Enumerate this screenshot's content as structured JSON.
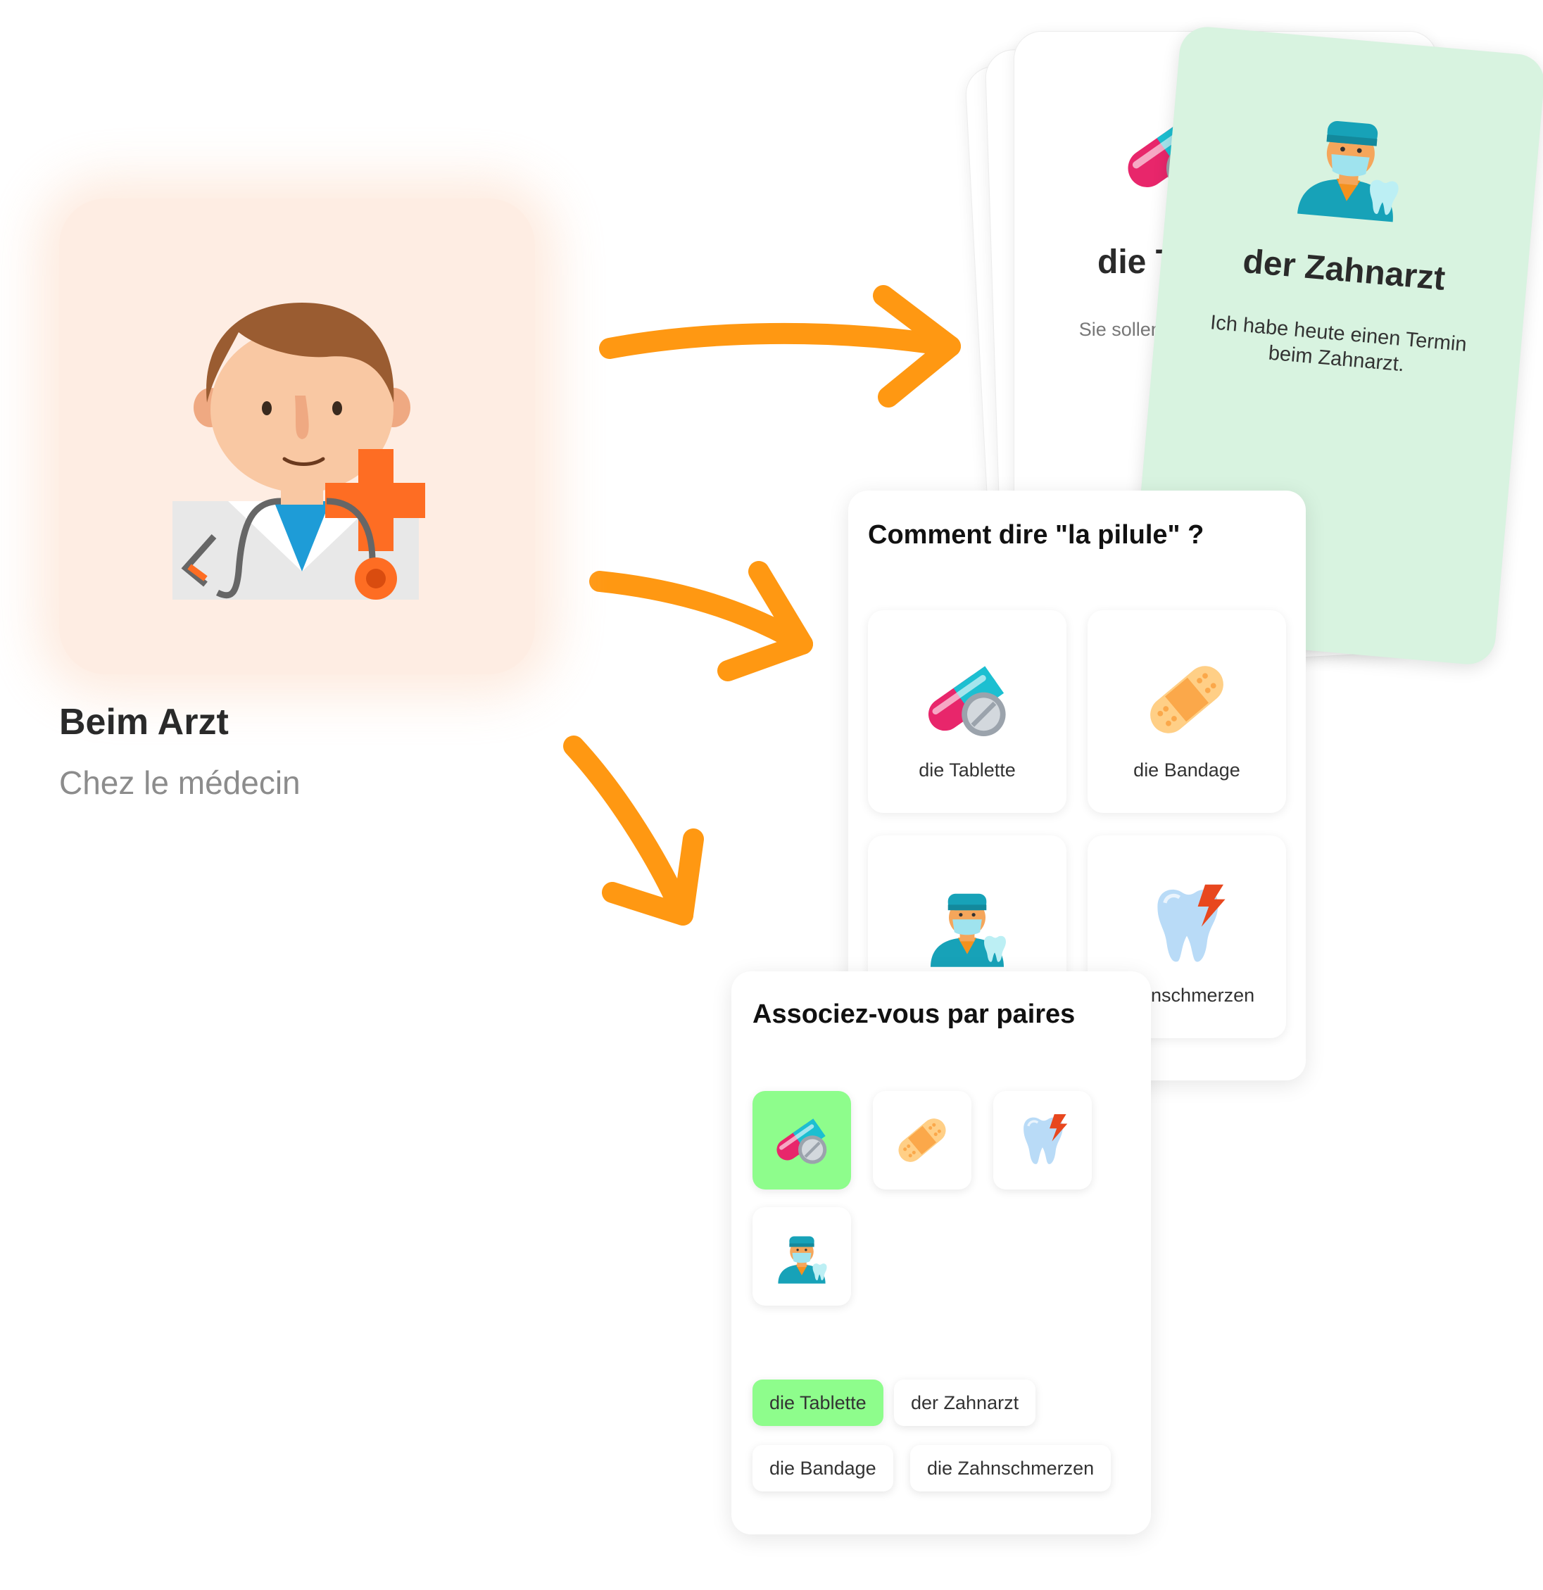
{
  "topic": {
    "title": "Beim Arzt",
    "subtitle": "Chez le médecin",
    "icon": "doctor-icon"
  },
  "flashcards": {
    "back_card": {
      "word": "die Ta",
      "sentence": "Sie sollen ... täglich",
      "icon": "pill-icon"
    },
    "front_card": {
      "word": "der Zahnarzt",
      "sentence": "Ich habe heute einen Termin beim Zahnarzt.",
      "icon": "dentist-icon"
    }
  },
  "quiz": {
    "question": "Comment dire \"la pilule\" ?",
    "options": [
      {
        "label": "die Tablette",
        "icon": "pill-icon"
      },
      {
        "label": "die Bandage",
        "icon": "bandage-icon"
      },
      {
        "label": "",
        "icon": "dentist-icon"
      },
      {
        "label": "ahnschmerzen",
        "icon": "toothache-icon"
      }
    ]
  },
  "match": {
    "title": "Associez-vous par paires",
    "tiles": [
      {
        "icon": "pill-icon",
        "selected": true
      },
      {
        "icon": "bandage-icon",
        "selected": false
      },
      {
        "icon": "toothache-icon",
        "selected": false
      },
      {
        "icon": "dentist-icon",
        "selected": false
      }
    ],
    "chips": [
      {
        "label": "die Tablette",
        "selected": true
      },
      {
        "label": "der Zahnarzt",
        "selected": false
      },
      {
        "label": "die Bandage",
        "selected": false
      },
      {
        "label": "die Zahnschmerzen",
        "selected": false
      }
    ]
  },
  "colors": {
    "arrow": "#FF9812",
    "selected_green": "#8EFD8C",
    "topic_bg": "#FEEDE3",
    "flashcard_green": "#D8F3E0"
  }
}
